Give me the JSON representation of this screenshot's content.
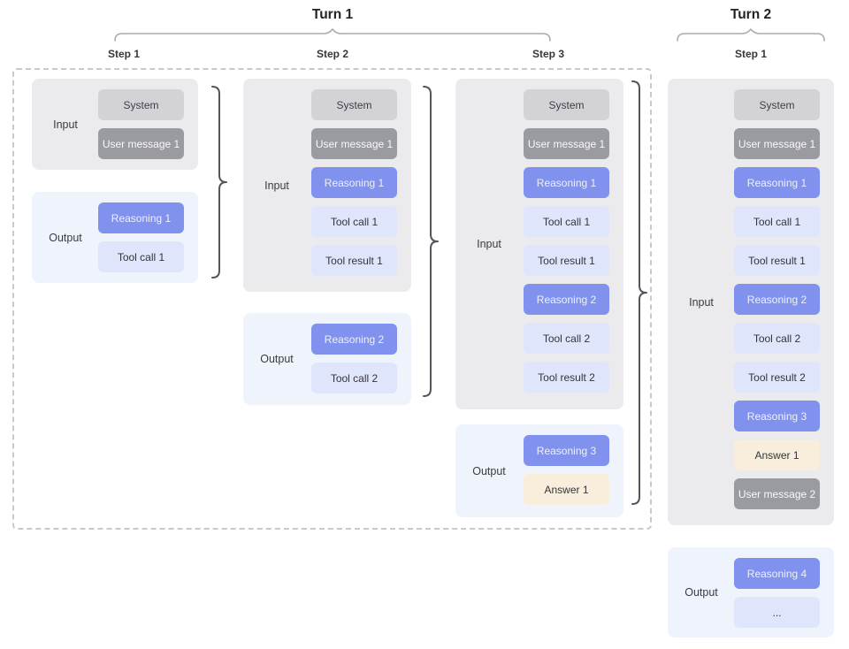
{
  "palette": {
    "page-bg": "#ffffff",
    "input-box-bg": "#ebebee",
    "output-box-bg": "#eff4fc",
    "chip-system-bg": "#d3d3d7",
    "chip-system-text": "#3e3e44",
    "chip-user-bg": "#9a9aa1",
    "chip-user-text": "#fafafa",
    "chip-reasoning-bg": "#8092ee",
    "chip-reasoning-text": "#edf1fd",
    "chip-tool-bg": "#dfe6fb",
    "chip-tool-text": "#34343a",
    "chip-answer-bg": "#f8eedb",
    "chip-answer-text": "#34343a",
    "turn-brace": "#ababb0",
    "step-brace": "#54545c",
    "dashed-border": "#c9c9cd",
    "title-text": "#232327",
    "step-text": "#36363c",
    "label-text": "#3b3b41"
  },
  "turns": [
    {
      "label": "Turn 1"
    },
    {
      "label": "Turn 2"
    }
  ],
  "columns": [
    {
      "step": "Step 1",
      "input_label": "Input",
      "output_label": "Output",
      "input_chips": [
        {
          "label": "System",
          "type": "system"
        },
        {
          "label": "User message 1",
          "type": "user"
        }
      ],
      "output_chips": [
        {
          "label": "Reasoning 1",
          "type": "reasoning"
        },
        {
          "label": "Tool call 1",
          "type": "tool"
        }
      ]
    },
    {
      "step": "Step 2",
      "input_label": "Input",
      "output_label": "Output",
      "input_chips": [
        {
          "label": "System",
          "type": "system"
        },
        {
          "label": "User message 1",
          "type": "user"
        },
        {
          "label": "Reasoning 1",
          "type": "reasoning"
        },
        {
          "label": "Tool call 1",
          "type": "tool"
        },
        {
          "label": "Tool result 1",
          "type": "tool"
        }
      ],
      "output_chips": [
        {
          "label": "Reasoning 2",
          "type": "reasoning"
        },
        {
          "label": "Tool call 2",
          "type": "tool"
        }
      ]
    },
    {
      "step": "Step 3",
      "input_label": "Input",
      "output_label": "Output",
      "input_chips": [
        {
          "label": "System",
          "type": "system"
        },
        {
          "label": "User message 1",
          "type": "user"
        },
        {
          "label": "Reasoning 1",
          "type": "reasoning"
        },
        {
          "label": "Tool call 1",
          "type": "tool"
        },
        {
          "label": "Tool result 1",
          "type": "tool"
        },
        {
          "label": "Reasoning 2",
          "type": "reasoning"
        },
        {
          "label": "Tool call 2",
          "type": "tool"
        },
        {
          "label": "Tool result 2",
          "type": "tool"
        }
      ],
      "output_chips": [
        {
          "label": "Reasoning 3",
          "type": "reasoning"
        },
        {
          "label": "Answer 1",
          "type": "answer"
        }
      ]
    },
    {
      "step": "Step 1",
      "input_label": "Input",
      "output_label": "Output",
      "input_chips": [
        {
          "label": "System",
          "type": "system"
        },
        {
          "label": "User message 1",
          "type": "user"
        },
        {
          "label": "Reasoning 1",
          "type": "reasoning"
        },
        {
          "label": "Tool call 1",
          "type": "tool"
        },
        {
          "label": "Tool result 1",
          "type": "tool"
        },
        {
          "label": "Reasoning 2",
          "type": "reasoning"
        },
        {
          "label": "Tool call 2",
          "type": "tool"
        },
        {
          "label": "Tool result 2",
          "type": "tool"
        },
        {
          "label": "Reasoning 3",
          "type": "reasoning"
        },
        {
          "label": "Answer 1",
          "type": "answer"
        },
        {
          "label": "User message 2",
          "type": "user"
        }
      ],
      "output_chips": [
        {
          "label": "Reasoning 4",
          "type": "reasoning"
        },
        {
          "label": "...",
          "type": "tool"
        }
      ]
    }
  ]
}
